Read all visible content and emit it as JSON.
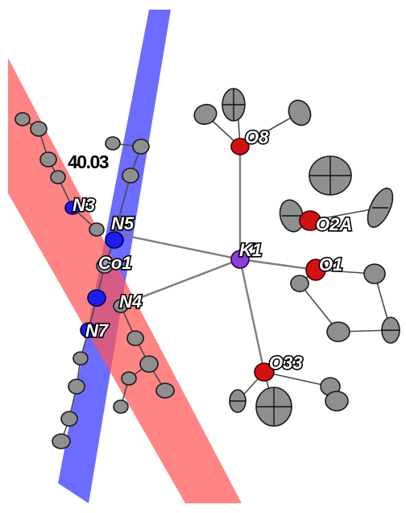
{
  "diagram": {
    "angle_label": "40.03",
    "atom_labels": {
      "n3": "N3",
      "n5": "N5",
      "co1": "Co1",
      "n4": "N4",
      "n7": "N7",
      "k1": "K1",
      "o8": "O8",
      "o2a": "O2A",
      "o1": "O1",
      "o33": "O33"
    },
    "colors": {
      "plane_blue": "#3333ff",
      "plane_red": "#ff5555",
      "carbon": "#8f8f8f",
      "oxygen": "#d21212",
      "nitrogen": "#1d1df0",
      "potassium": "#8a3fd6"
    }
  }
}
